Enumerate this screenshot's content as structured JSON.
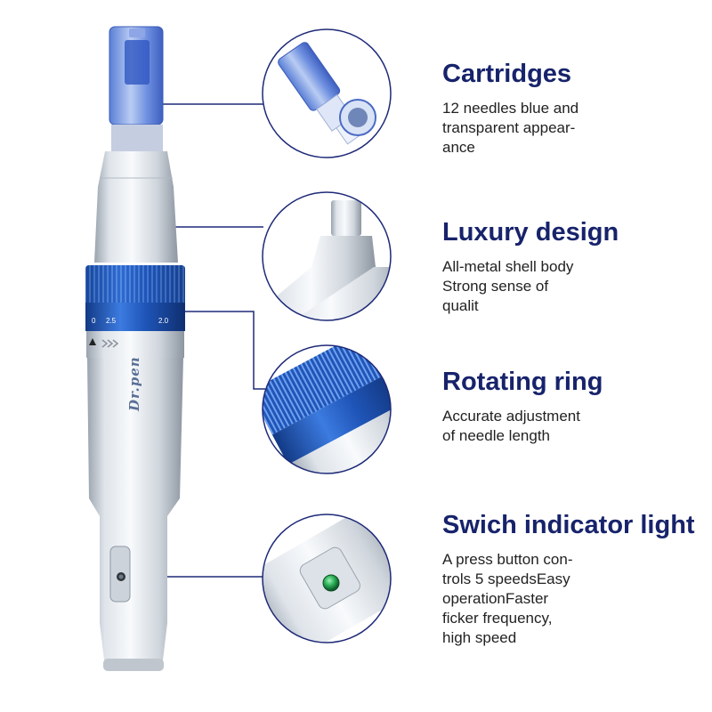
{
  "features": [
    {
      "title": "Cartridges",
      "description": "12 needles blue and\ntransparent appear-\nance"
    },
    {
      "title": "Luxury design",
      "description": "All-metal shell body\nStrong sense of\nqualit"
    },
    {
      "title": "Rotating ring",
      "description": "Accurate adjustment\nof needle length"
    },
    {
      "title": "Swich indicator light",
      "description": "A press button con-\ntrols 5 speedsEasy\noperationFaster\nficker frequency,\nhigh speed"
    }
  ],
  "product": {
    "brand_label": "Dr.pen",
    "dial_marks": [
      "0",
      "2.5",
      "2.0"
    ]
  },
  "colors": {
    "title": "#17236b",
    "accent_blue": "#1f55b8",
    "connector_line": "#1e2a78",
    "indicator_light": "#2fb35a",
    "body_silver": "#d8dde3"
  },
  "icons": [
    "speed-arrows-icon",
    "triangle-marker-icon"
  ]
}
